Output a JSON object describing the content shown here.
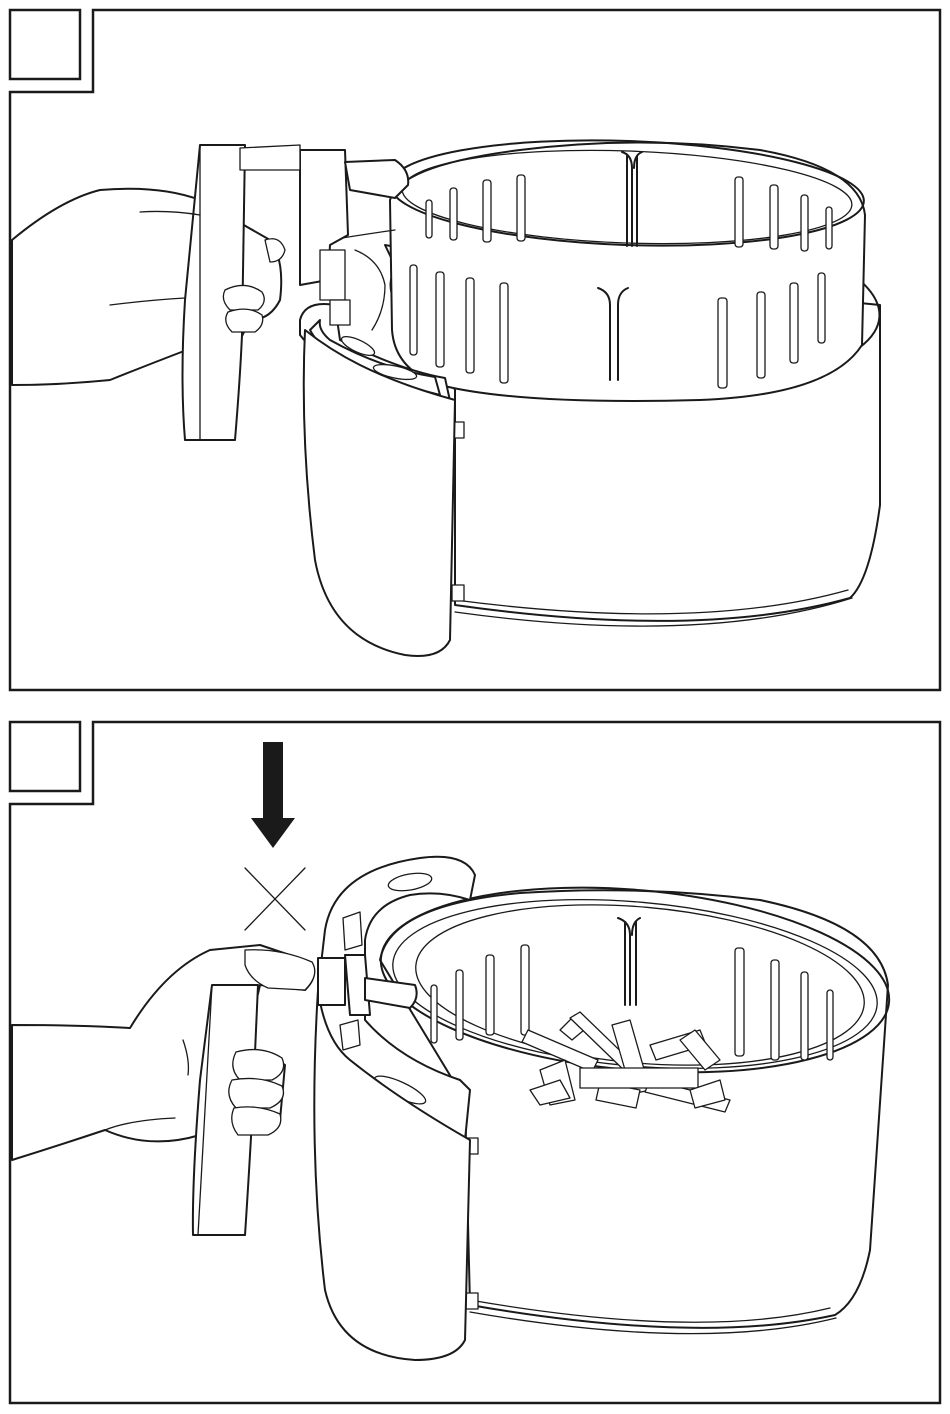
{
  "figure": {
    "kind": "instruction-illustration",
    "panels": [
      {
        "id": "panel-1",
        "step_label": "",
        "content": [
          "hand-icon",
          "basket-handle-icon",
          "fryer-basket-icon",
          "fryer-drawer-icon"
        ]
      },
      {
        "id": "panel-2",
        "step_label": "",
        "content": [
          "down-arrow-icon",
          "prohibition-cross-icon",
          "hand-icon",
          "basket-handle-icon",
          "fryer-basket-icon",
          "fries-icon",
          "fryer-drawer-icon"
        ]
      }
    ]
  },
  "colors": {
    "line": "#1a1a1a",
    "background": "#ffffff"
  }
}
